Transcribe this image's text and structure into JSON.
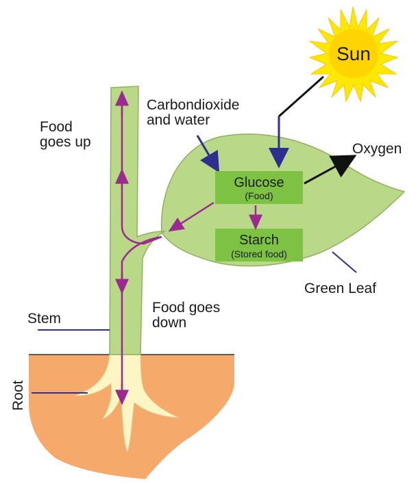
{
  "title": "",
  "sun": {
    "label": "Sun"
  },
  "inputs": {
    "line1": "Carbondioxide",
    "line2": "and water"
  },
  "output": {
    "label": "Oxygen"
  },
  "glucose": {
    "label": "Glucose",
    "sub": "(Food)"
  },
  "starch": {
    "label": "Starch",
    "sub": "(Stored food)"
  },
  "leaf": {
    "label": "Green Leaf"
  },
  "food_up": {
    "line1": "Food",
    "line2": "goes up"
  },
  "food_down": {
    "line1": "Food goes",
    "line2": "down"
  },
  "stem": {
    "label": "Stem"
  },
  "root": {
    "label": "Root"
  },
  "colors": {
    "leaf_fill": "#b9d989",
    "stem_fill": "#b9d989",
    "box_fill": "#7dc242",
    "soil_fill": "#f5a96b",
    "root_fill": "#fdf5c4",
    "flow_arrow": "#9b2a8f",
    "pointer_line": "#2e2e8f",
    "sun_fill": "#ffd400",
    "sun_ray": "#ffe800"
  }
}
